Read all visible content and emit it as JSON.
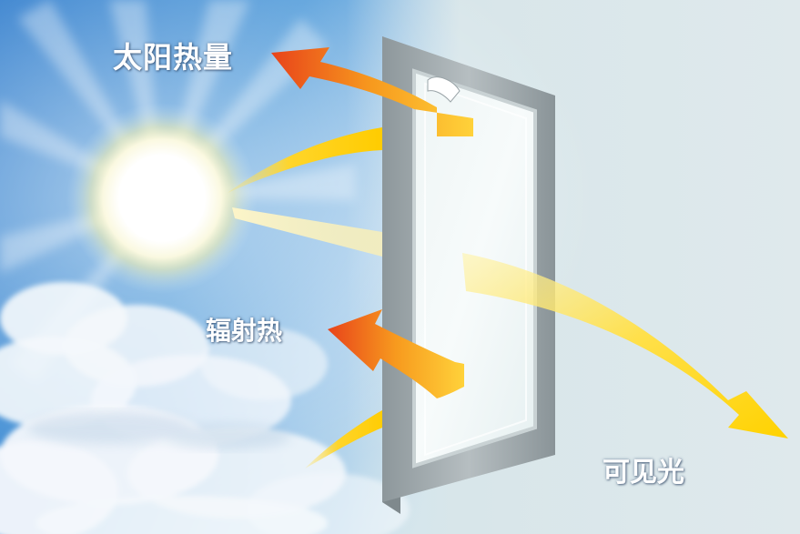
{
  "labels": {
    "solar_heat": "太阳热量",
    "radiant_heat": "辐射热",
    "visible_light": "可见光"
  },
  "colors": {
    "sky_top": "#2f7fd0",
    "sky_light": "#cfe6f5",
    "wall": "#d9e7ea",
    "frame": "#9aa4a8",
    "arrow_yellow": "#ffd21a",
    "arrow_orange": "#f05a14"
  },
  "icons": [
    "sun-icon",
    "cloud-icon",
    "window-icon",
    "arrow-icon"
  ]
}
